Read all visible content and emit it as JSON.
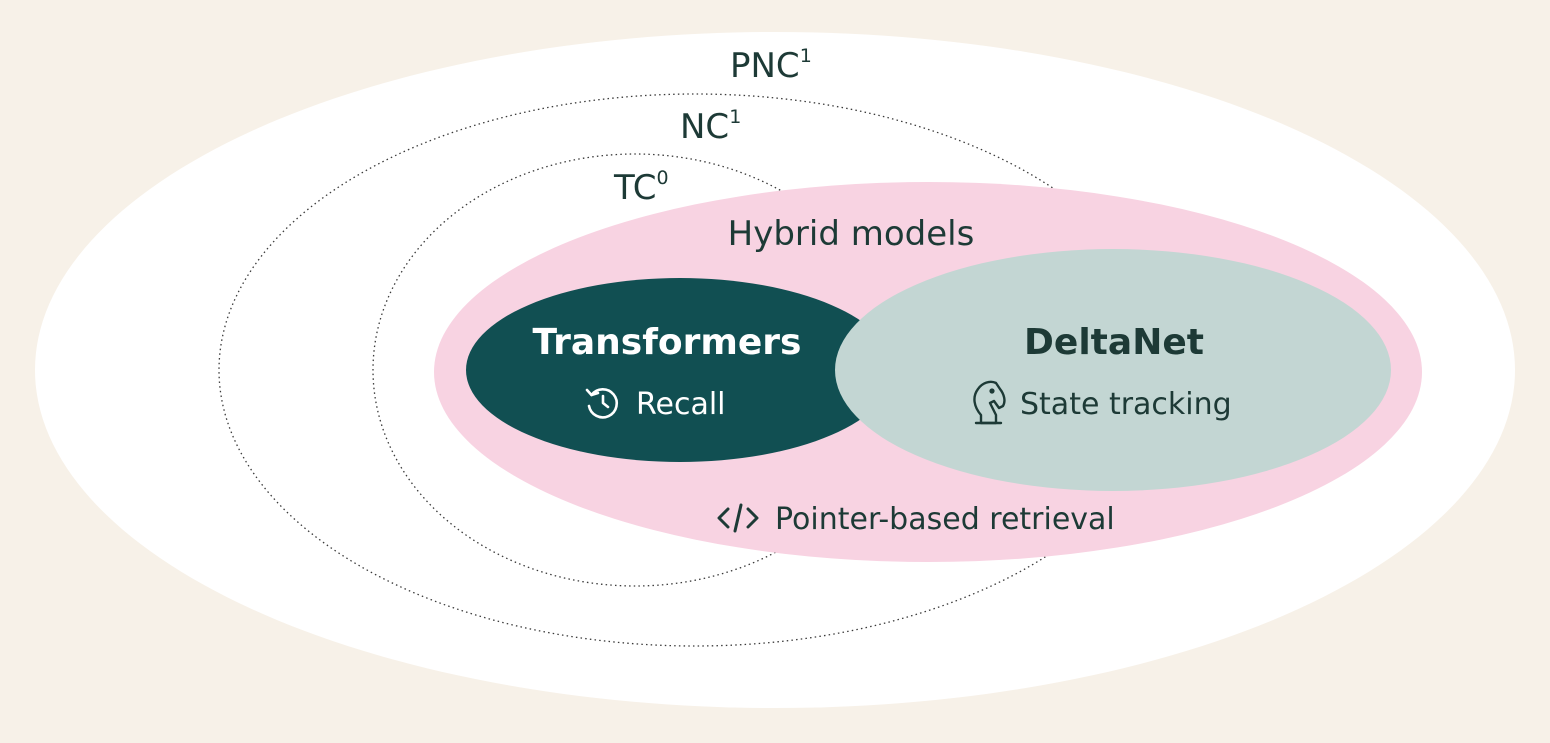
{
  "colors": {
    "background": "#f7f1e8",
    "outer_fill": "#ffffff",
    "hybrid_fill": "#f8d3e2",
    "transformers_fill": "#114f52",
    "deltanet_fill": "#c3d6d3",
    "text_dark": "#1d3a36",
    "text_light": "#ffffff",
    "dotted_stroke": "#3a3a3a"
  },
  "classes": {
    "pnc": {
      "base": "PNC",
      "sup": "1"
    },
    "nc": {
      "base": "NC",
      "sup": "1"
    },
    "tc": {
      "base": "TC",
      "sup": "0"
    }
  },
  "hybrid": {
    "title": "Hybrid models",
    "footer_icon": "code-brackets-icon",
    "footer_label": "Pointer-based retrieval"
  },
  "transformers": {
    "title": "Transformers",
    "icon": "history-icon",
    "label": "Recall"
  },
  "deltanet": {
    "title": "DeltaNet",
    "icon": "chess-knight-icon",
    "label": "State tracking"
  }
}
